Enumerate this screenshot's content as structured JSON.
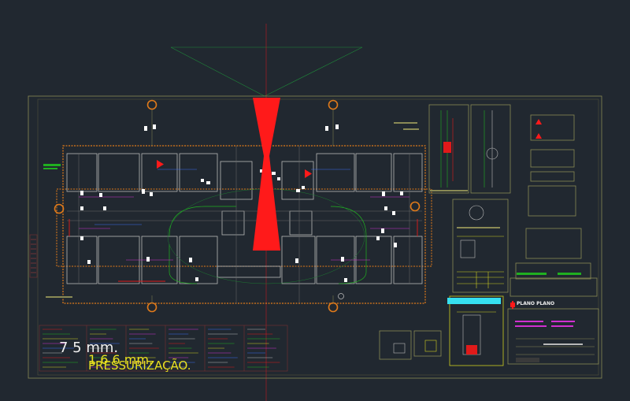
{
  "drawing": {
    "overlay_lines": [
      "7 5 mm.",
      "1 6 6 mm.",
      "PRESSURIZAÇÃO."
    ],
    "logo_text": "PLANO PLANO",
    "colors": {
      "background": "#212830",
      "frame": "#8a8a55",
      "walls": "#b8b8b8",
      "accent_red": "#ff1a1a",
      "accent_orange": "#e07a1a",
      "highlight_cyan": "#36e0f0",
      "green": "#20b020",
      "magenta": "#d030d0",
      "yellow": "#e8e020"
    },
    "icons": [
      "warning-triangle-icon",
      "pipe-node-icon",
      "north-arrow-icon"
    ]
  }
}
